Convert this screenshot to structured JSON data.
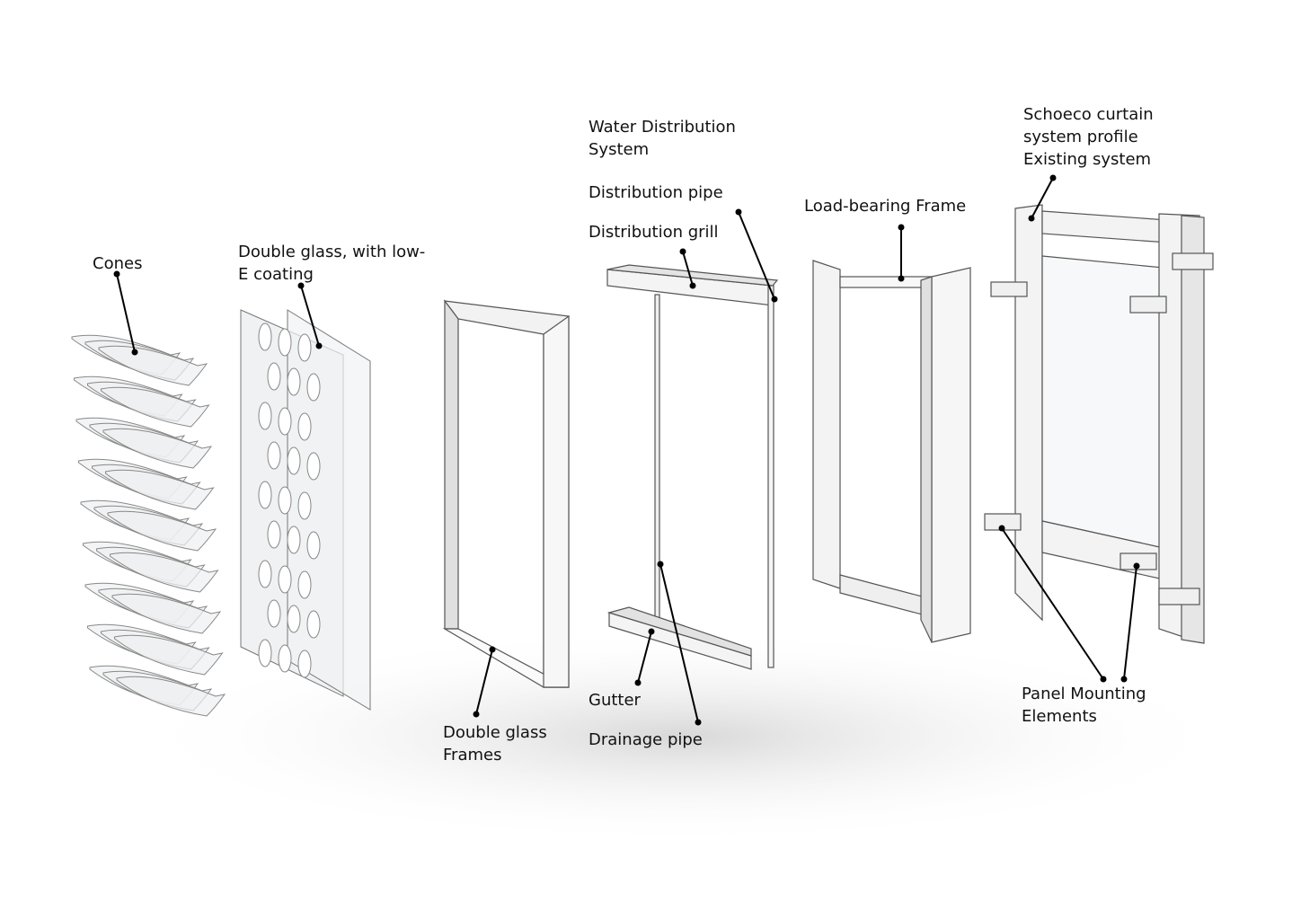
{
  "labels": {
    "cones": "Cones",
    "double_glass_1": "Double glass, with low-",
    "double_glass_2": "E coating",
    "water_1": "Water Distribution",
    "water_2": "System",
    "dist_pipe": "Distribution pipe",
    "dist_grill": "Distribution grill",
    "load_frame": "Load-bearing Frame",
    "schoeco_1": "Schoeco curtain",
    "schoeco_2": "system profile",
    "schoeco_3": "Existing system",
    "frames_1": "Double glass",
    "frames_2": "Frames",
    "gutter": "Gutter",
    "drainage": "Drainage pipe",
    "panel_1": "Panel Mounting",
    "panel_2": "Elements"
  },
  "colors": {
    "stroke": "#555555",
    "face": "#f4f4f4",
    "shade": "#dcdcdc",
    "leader": "#000000"
  }
}
